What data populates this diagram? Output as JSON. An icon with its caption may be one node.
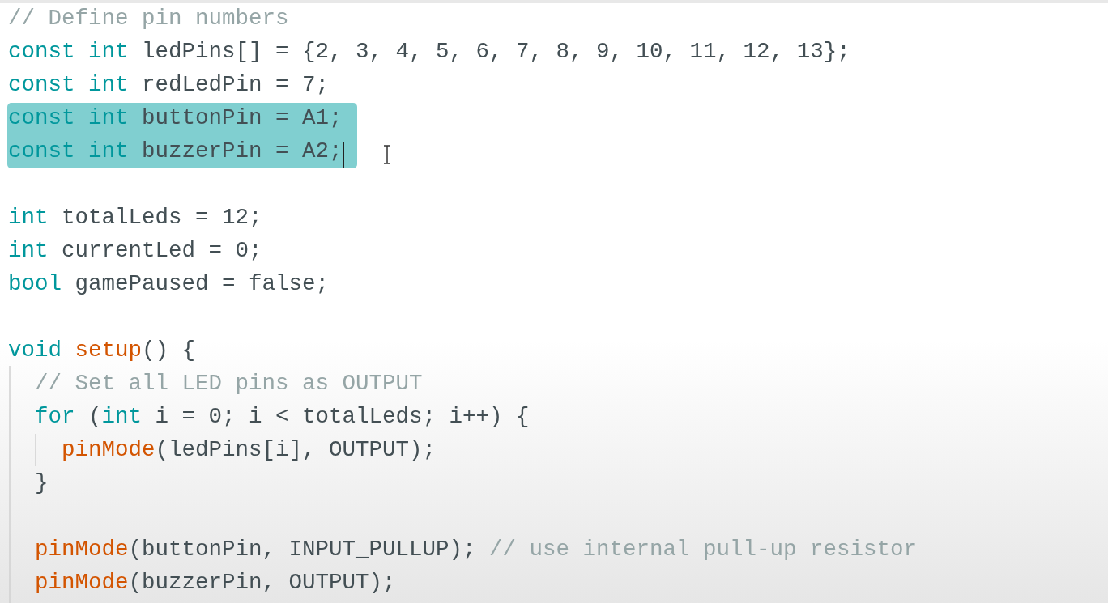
{
  "diagram": {
    "labels": [
      "// Define pin numbers",
      "const int",
      "ledPins[] = {2, 3, 4, 5, 6, 7, 8, 9, 10, 11, 12, 13};",
      "const int",
      "redLedPin = 7;",
      "const int",
      "buttonPin = A1;",
      "const int",
      "buzzerPin = A2;",
      "int",
      "totalLeds = 12;",
      "int",
      "currentLed = 0;",
      "bool",
      "gamePaused = false;",
      "void",
      "setup",
      "() {",
      "// Set all LED pins as OUTPUT",
      "for",
      "(",
      "int",
      "i = 0; i < totalLeds; i++) {",
      "pinMode",
      "(ledPins[i], OUTPUT);",
      "}",
      "pinMode",
      "(buttonPin, INPUT_PULLUP);",
      "// use internal pull-up resistor",
      "pinMode",
      "(buzzerPin, OUTPUT);"
    ]
  }
}
